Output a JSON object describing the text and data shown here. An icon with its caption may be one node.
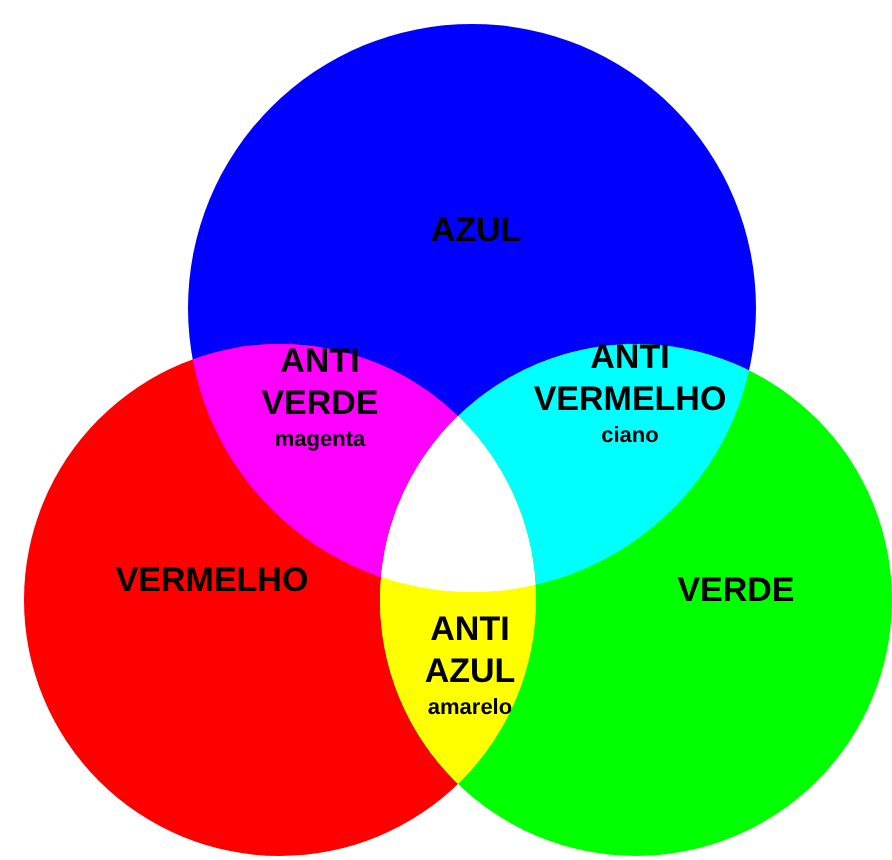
{
  "diagram": {
    "nodes": [
      {
        "text": [
          "AZUL"
        ]
      },
      {
        "text": [
          "ANTI VERDE",
          "magenta"
        ]
      },
      {
        "text": [
          "ANTI VERMELHO",
          "ciano"
        ]
      },
      {
        "text": [
          "VERMELHO"
        ]
      },
      {
        "text": [
          "VERDE"
        ]
      },
      {
        "text": [
          "ANTI AZUL",
          "amarelo"
        ]
      }
    ]
  }
}
